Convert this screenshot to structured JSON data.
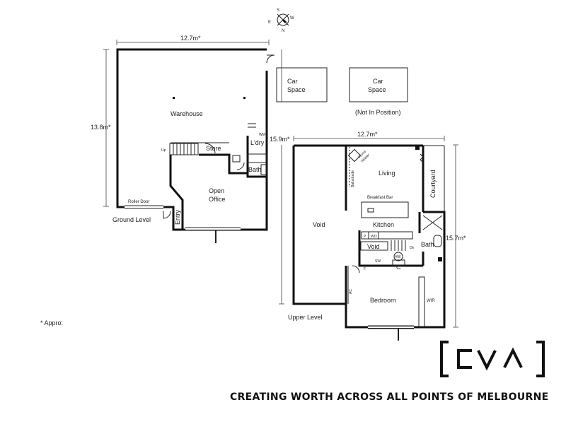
{
  "compass": {
    "s": "S",
    "w": "W",
    "e": "E",
    "n": "N"
  },
  "dimensions": {
    "ground_width": "12.7m*",
    "ground_depth": "13.8m*",
    "upper_depth_outer": "15.9m*",
    "upper_width": "12.7m*",
    "upper_depth_right": "15.7m*"
  },
  "ground": {
    "warehouse": "Warehouse",
    "store": "Store",
    "up": "Up",
    "wm": "WM",
    "laundry": "L'dry",
    "bath": "Bath",
    "open_office_1": "Open",
    "open_office_2": "Office",
    "roller_door": "Roller Door",
    "entry": "Entry",
    "level": "Ground Level"
  },
  "car_space_1": {
    "line1": "Car",
    "line2": "Space"
  },
  "car_space_2": {
    "line1": "Car",
    "line2": "Space",
    "note": "(Not In Position)"
  },
  "upper": {
    "void_big": "Void",
    "balustrade": "Balustrade",
    "wood_heater_1": "Wood",
    "wood_heater_2": "Heater",
    "living": "Living",
    "courtyard": "Courtyard",
    "breakfast_bar": "Breakfast Bar",
    "kitchen": "Kitchen",
    "p": "P",
    "wo": "WO",
    "void_small": "Void",
    "dn": "Dn",
    "bath": "Bath",
    "sw": "SW",
    "hw": "HW",
    "f": "F",
    "c": "C",
    "ac": "AC",
    "bedroom": "Bedroom",
    "wir": "WIR",
    "level": "Upper Level"
  },
  "footnote": "* Appro:",
  "logo": "CVA",
  "tagline": "CREATING WORTH ACROSS ALL POINTS OF MELBOURNE"
}
